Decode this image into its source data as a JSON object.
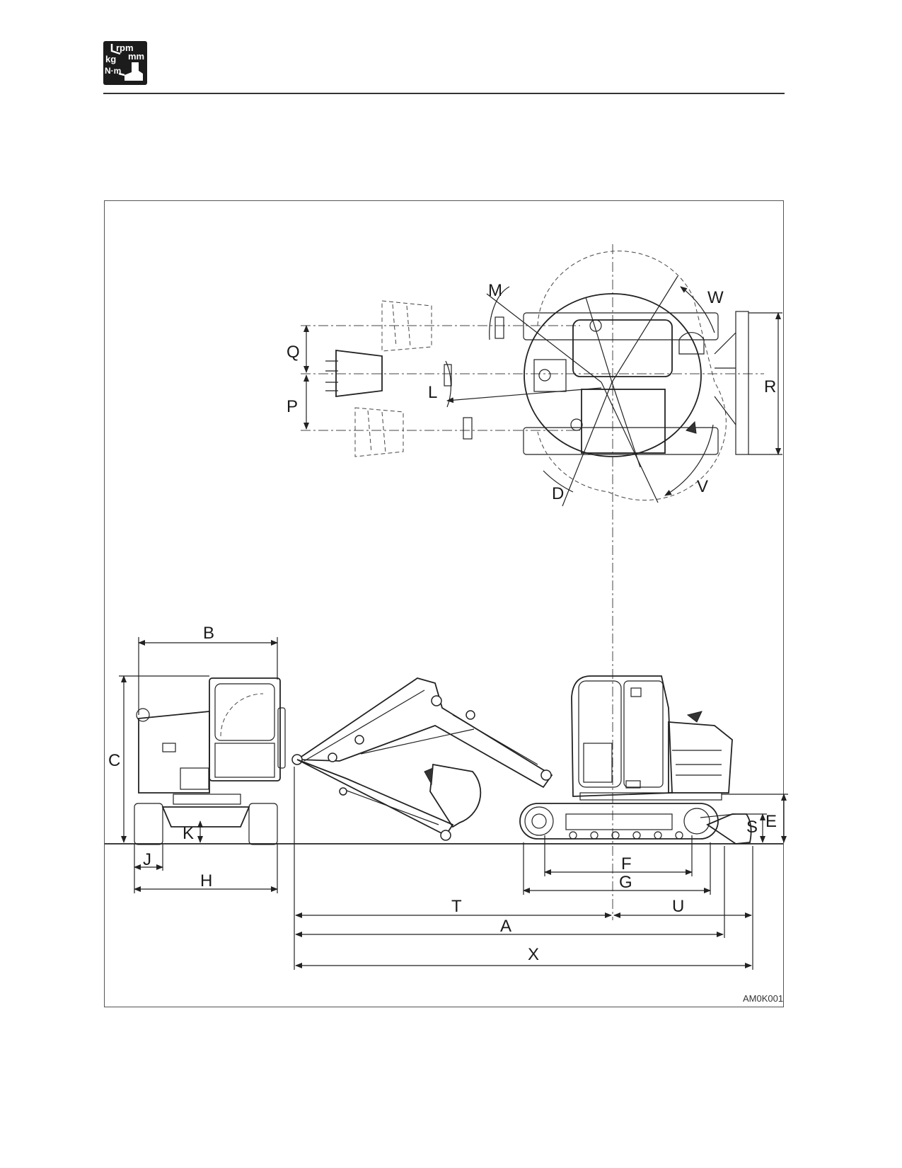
{
  "header": {
    "logo": {
      "icon": "spec-units-icon",
      "line1": "rpm",
      "line2": "mm",
      "line3": "kg",
      "line4": "N·m"
    }
  },
  "figure": {
    "code": "AM0K001",
    "labels": {
      "M": "M",
      "W": "W",
      "Q": "Q",
      "P": "P",
      "L": "L",
      "R": "R",
      "D": "D",
      "V": "V",
      "B": "B",
      "C": "C",
      "K": "K",
      "J": "J",
      "H": "H",
      "E": "E",
      "S": "S",
      "F": "F",
      "G": "G",
      "T": "T",
      "U": "U",
      "A": "A",
      "X": "X"
    }
  }
}
